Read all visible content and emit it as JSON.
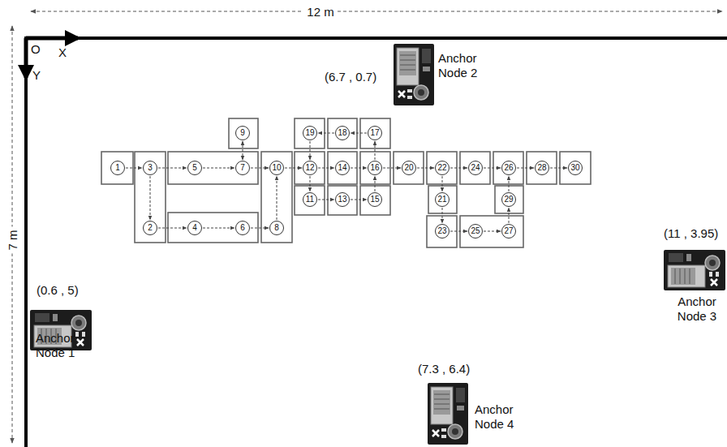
{
  "diagram": {
    "nodes": [
      {
        "text": [
          "1"
        ]
      },
      {
        "text": [
          "2"
        ]
      },
      {
        "text": [
          "3"
        ]
      },
      {
        "text": [
          "4"
        ]
      },
      {
        "text": [
          "5"
        ]
      },
      {
        "text": [
          "6"
        ]
      },
      {
        "text": [
          "7"
        ]
      },
      {
        "text": [
          "8"
        ]
      },
      {
        "text": [
          "9"
        ]
      },
      {
        "text": [
          "10"
        ]
      },
      {
        "text": [
          "11"
        ]
      },
      {
        "text": [
          "12"
        ]
      },
      {
        "text": [
          "13"
        ]
      },
      {
        "text": [
          "14"
        ]
      },
      {
        "text": [
          "15"
        ]
      },
      {
        "text": [
          "16"
        ]
      },
      {
        "text": [
          "17"
        ]
      },
      {
        "text": [
          "18"
        ]
      },
      {
        "text": [
          "19"
        ]
      },
      {
        "text": [
          "20"
        ]
      },
      {
        "text": [
          "21"
        ]
      },
      {
        "text": [
          "22"
        ]
      },
      {
        "text": [
          "23"
        ]
      },
      {
        "text": [
          "24"
        ]
      },
      {
        "text": [
          "25"
        ]
      },
      {
        "text": [
          "26"
        ]
      },
      {
        "text": [
          "27"
        ]
      },
      {
        "text": [
          "28"
        ]
      },
      {
        "text": [
          "29"
        ]
      },
      {
        "text": [
          "30"
        ]
      }
    ],
    "edges": [
      {
        "from": 0,
        "to": 2,
        "arrow": "to"
      },
      {
        "from": 2,
        "to": 1,
        "arrow": "to"
      },
      {
        "from": 2,
        "to": 4,
        "arrow": "to"
      },
      {
        "from": 4,
        "to": 6,
        "arrow": "to"
      },
      {
        "from": 8,
        "to": 6,
        "arrow": "both"
      },
      {
        "from": 6,
        "to": 9,
        "arrow": "to"
      },
      {
        "from": 1,
        "to": 3,
        "arrow": "to"
      },
      {
        "from": 3,
        "to": 5,
        "arrow": "to"
      },
      {
        "from": 5,
        "to": 7,
        "arrow": "to"
      },
      {
        "from": 7,
        "to": 9,
        "arrow": "to"
      },
      {
        "from": 9,
        "to": 11,
        "arrow": "to"
      },
      {
        "from": 18,
        "to": 11,
        "arrow": "to"
      },
      {
        "from": 11,
        "to": 10,
        "arrow": "to"
      },
      {
        "from": 11,
        "to": 13,
        "arrow": "to"
      },
      {
        "from": 10,
        "to": 12,
        "arrow": "to"
      },
      {
        "from": 12,
        "to": 14,
        "arrow": "to"
      },
      {
        "from": 14,
        "to": 15,
        "arrow": "to"
      },
      {
        "from": 13,
        "to": 15,
        "arrow": "to"
      },
      {
        "from": 15,
        "to": 16,
        "arrow": "to"
      },
      {
        "from": 16,
        "to": 17,
        "arrow": "to"
      },
      {
        "from": 17,
        "to": 18,
        "arrow": "to"
      },
      {
        "from": 15,
        "to": 19,
        "arrow": "to"
      },
      {
        "from": 19,
        "to": 21,
        "arrow": "to"
      },
      {
        "from": 21,
        "to": 20,
        "arrow": "to"
      },
      {
        "from": 20,
        "to": 22,
        "arrow": "to"
      },
      {
        "from": 22,
        "to": 24,
        "arrow": "to"
      },
      {
        "from": 24,
        "to": 26,
        "arrow": "to"
      },
      {
        "from": 26,
        "to": 28,
        "arrow": "to"
      },
      {
        "from": 28,
        "to": 25,
        "arrow": "to"
      },
      {
        "from": 21,
        "to": 23,
        "arrow": "to"
      },
      {
        "from": 23,
        "to": 25,
        "arrow": "to"
      },
      {
        "from": 25,
        "to": 27,
        "arrow": "to"
      },
      {
        "from": 27,
        "to": 29,
        "arrow": "to"
      }
    ],
    "labels": [
      "12 m",
      "7 m",
      "O",
      "X",
      "Y",
      "(6.7 , 0.7)",
      "Anchor Node 2",
      "(11 , 3.95)",
      "Anchor Node 3",
      "(0.6 , 5)",
      "Anchor Node 1",
      "(7.3 , 6.4)",
      "Anchor Node 4"
    ]
  }
}
